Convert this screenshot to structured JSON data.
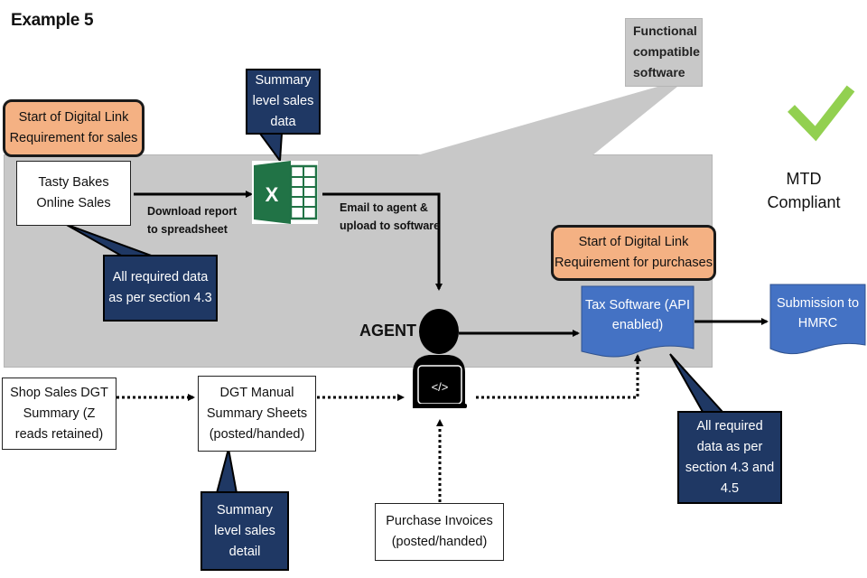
{
  "title": "Example 5",
  "callouts": {
    "functional_software": "Functional compatible software",
    "summary_sales_data": "Summary level sales data",
    "required_43": "All required data as per section 4.3",
    "required_43_45": "All required data as per section 4.3 and 4.5",
    "summary_sales_detail": "Summary level sales detail"
  },
  "digital_link": {
    "sales": "Start of Digital Link Requirement for sales",
    "purchases": "Start of Digital Link Requirement for purchases"
  },
  "nodes": {
    "online_sales": "Tasty Bakes Online Sales",
    "spreadsheet_icon": "excel-spreadsheet",
    "agent": "AGENT",
    "tax_software": "Tax Software (API enabled)",
    "submission": "Submission to HMRC",
    "shop_sales": "Shop Sales DGT Summary (Z reads retained)",
    "manual_sheets": "DGT Manual Summary Sheets (posted/handed)",
    "purchase_invoices": "Purchase Invoices (posted/handed)"
  },
  "edges": {
    "download": "Download report to spreadsheet",
    "email": "Email to agent & upload to software"
  },
  "status": {
    "label": "MTD Compliant",
    "icon": "checkmark"
  },
  "colors": {
    "gray": "#c8c8c8",
    "orange": "#f4b183",
    "navy": "#1f3864",
    "blue": "#4472c4",
    "green_check": "#92d050",
    "excel_green": "#217346"
  }
}
